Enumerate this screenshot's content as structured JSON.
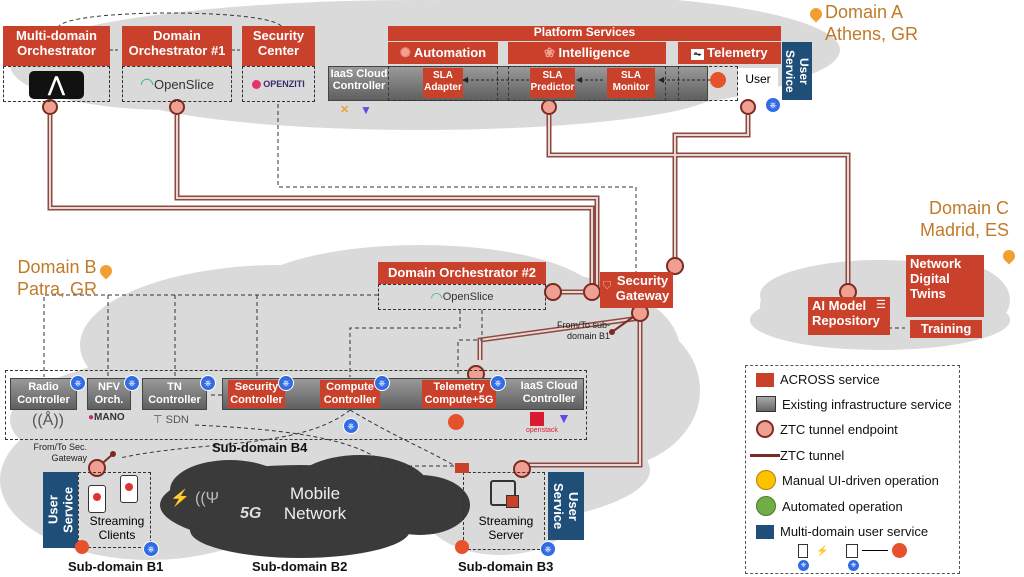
{
  "domains": {
    "a": {
      "name": "Domain A",
      "location": "Athens, GR"
    },
    "b": {
      "name": "Domain B",
      "location": "Patra, GR"
    },
    "c": {
      "name": "Domain C",
      "location": "Madrid, ES"
    }
  },
  "domain_a": {
    "multi_domain_orchestrator": "Multi-domain Orchestrator",
    "domain_orchestrator_1": "Domain Orchestrator #1",
    "security_center": "Security Center",
    "openslice_logo": "OpenSlice",
    "openziti_logo": "OPENZITI",
    "platform_services": "Platform Services",
    "automation": "Automation",
    "intelligence": "Intelligence",
    "telemetry": "Telemetry",
    "iaas_cloud_controller": "IaaS Cloud Controller",
    "sla_adapter": "SLA Adapter",
    "sla_predictor": "SLA Predictor",
    "sla_monitor": "SLA Monitor",
    "user": "User",
    "user_service": "User Service"
  },
  "domain_b": {
    "domain_orchestrator_2": "Domain Orchestrator #2",
    "openslice_logo": "OpenSlice",
    "security_gateway": "Security Gateway",
    "from_to_b1": "From/To sub-domain B1",
    "radio_controller": "Radio Controller",
    "nfv_orch": "NFV Orch.",
    "tn_controller": "TN Controller",
    "security_controller": "Security Controller",
    "compute_controller": "Compute Controller",
    "telemetry_compute": "Telemetry Compute+5G",
    "iaas_cloud_controller": "IaaS Cloud Controller",
    "mano_logo": "MANO",
    "sdn_logo": "SDN",
    "openstack_logo": "openstack",
    "sub_domain_b4": "Sub-domain B4",
    "from_to_gateway": "From/To Sec. Gateway",
    "user_service_b1": "User Service",
    "streaming_clients": "Streaming Clients",
    "sub_domain_b1": "Sub-domain B1",
    "mobile_network": "Mobile Network",
    "fiveg": "5G",
    "sub_domain_b2": "Sub-domain B2",
    "streaming_server": "Streaming Server",
    "user_service_b3": "User Service",
    "sub_domain_b3": "Sub-domain B3"
  },
  "domain_c": {
    "network_digital_twins": "Network Digital Twins",
    "ai_model_repository": "AI Model Repository",
    "training": "Training"
  },
  "legend": {
    "items": [
      {
        "label": "ACROSS service",
        "color": "#c9412b"
      },
      {
        "label": "Existing infrastructure service",
        "color": "#7a7a7a"
      },
      {
        "label": "ZTC tunnel endpoint",
        "color": "#f0a093"
      },
      {
        "label": "ZTC tunnel",
        "color": "#7b2b20"
      },
      {
        "label": "Manual UI-driven operation",
        "color": "#ffc000"
      },
      {
        "label": "Automated operation",
        "color": "#70ad47"
      },
      {
        "label": "Multi-domain user service",
        "color": "#1f4e79"
      }
    ]
  },
  "colors": {
    "across": "#c9412b",
    "infra": "#7a7a7a",
    "user_service": "#1f4e79",
    "tunnel": "#7b2b20",
    "location": "#c07a28",
    "cloud": "#d9d9d9",
    "mobile_cloud": "#3a3a3a"
  }
}
